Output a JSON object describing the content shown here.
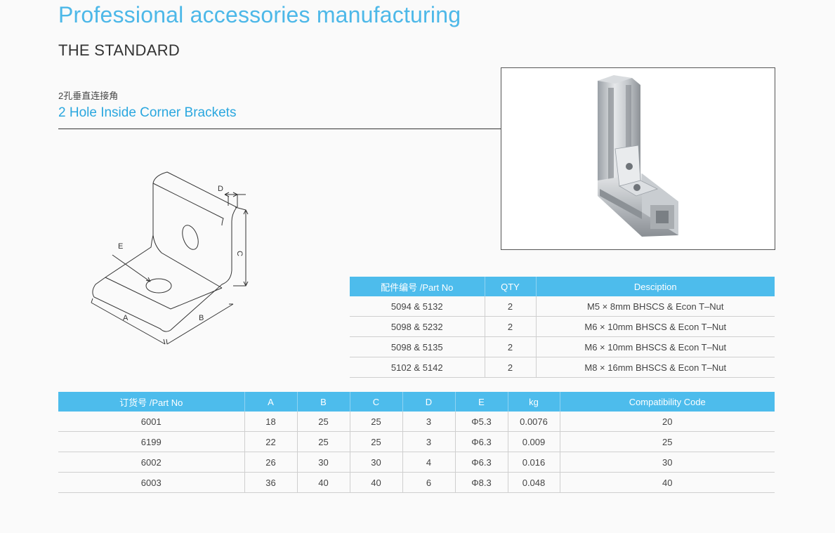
{
  "header": {
    "title": "Professional accessories manufacturing",
    "subtitle": "THE STANDARD"
  },
  "product": {
    "name_cn": "2孔垂直连接角",
    "name_en": "2 Hole Inside Corner Brackets"
  },
  "dimension_labels": {
    "a": "A",
    "b": "B",
    "c": "C",
    "d": "D",
    "e": "E"
  },
  "parts_table": {
    "headers": [
      "配件编号 /Part No",
      "QTY",
      "Desciption"
    ],
    "rows": [
      [
        "5094 & 5132",
        "2",
        "M5 × 8mm BHSCS & Econ T–Nut"
      ],
      [
        "5098 & 5232",
        "2",
        "M6 × 10mm BHSCS & Econ T–Nut"
      ],
      [
        "5098 & 5135",
        "2",
        "M6 × 10mm BHSCS & Econ T–Nut"
      ],
      [
        "5102 & 5142",
        "2",
        "M8 × 16mm BHSCS & Econ T–Nut"
      ]
    ]
  },
  "order_table": {
    "headers": [
      "订货号 /Part No",
      "A",
      "B",
      "C",
      "D",
      "E",
      "kg",
      "Compatibility Code"
    ],
    "rows": [
      [
        "6001",
        "18",
        "25",
        "25",
        "3",
        "Φ5.3",
        "0.0076",
        "20"
      ],
      [
        "6199",
        "22",
        "25",
        "25",
        "3",
        "Φ6.3",
        "0.009",
        "25"
      ],
      [
        "6002",
        "26",
        "30",
        "30",
        "4",
        "Φ6.3",
        "0.016",
        "30"
      ],
      [
        "6003",
        "36",
        "40",
        "40",
        "6",
        "Φ8.3",
        "0.048",
        "40"
      ]
    ]
  },
  "colors": {
    "accent": "#4db8e8",
    "header_bg": "#4dbcec"
  }
}
